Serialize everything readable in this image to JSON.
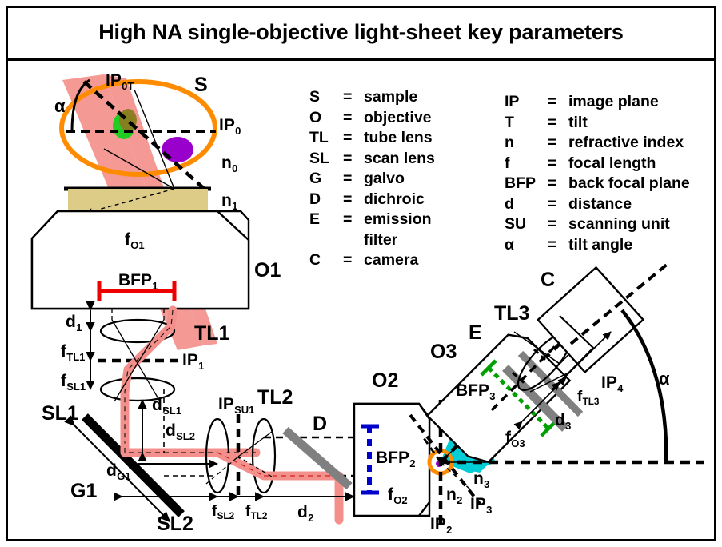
{
  "title": "High NA single-objective light-sheet key parameters",
  "colors": {
    "beam_lightsheet": "#f4908c",
    "sample_outline": "#ff8c00",
    "bfp1_bar": "#ee0000",
    "bfp2_bar": "#0000cc",
    "bfp3_bar": "#00a000",
    "detection_cone": "#00cdd5",
    "dichroic_gray": "#808080",
    "coverslip_tan": "#ddcc88",
    "blob_green": "#22cc22",
    "blob_purple": "#9900cc",
    "outline_black": "#000000",
    "background": "#ffffff"
  },
  "legend_left": [
    {
      "symbol": "S",
      "eq": "=",
      "text": "sample"
    },
    {
      "symbol": "O",
      "eq": "=",
      "text": "objective"
    },
    {
      "symbol": "TL",
      "eq": "=",
      "text": "tube lens"
    },
    {
      "symbol": "SL",
      "eq": "=",
      "text": "scan lens"
    },
    {
      "symbol": "G",
      "eq": "=",
      "text": "galvo"
    },
    {
      "symbol": "D",
      "eq": "=",
      "text": "dichroic"
    },
    {
      "symbol": "E",
      "eq": "=",
      "text": "emission"
    },
    {
      "symbol": "",
      "eq": "",
      "text": "filter",
      "continuation": true
    },
    {
      "symbol": "C",
      "eq": "=",
      "text": "camera"
    }
  ],
  "legend_right": [
    {
      "symbol": "IP",
      "eq": "=",
      "text": "image plane"
    },
    {
      "symbol": "T",
      "eq": "=",
      "text": "tilt"
    },
    {
      "symbol": "n",
      "eq": "=",
      "text": "refractive index"
    },
    {
      "symbol": "f",
      "eq": "=",
      "text": "focal length"
    },
    {
      "symbol": "BFP",
      "eq": "=",
      "text": "back focal plane"
    },
    {
      "symbol": "d",
      "eq": "=",
      "text": "distance"
    },
    {
      "symbol": "SU",
      "eq": "=",
      "text": "scanning unit"
    },
    {
      "symbol": "α",
      "eq": "=",
      "text": "tilt angle"
    }
  ],
  "diagram_labels": {
    "ip0t": {
      "base": "IP",
      "sub": "0T"
    },
    "sample": {
      "base": "S",
      "sub": ""
    },
    "ip0": {
      "base": "IP",
      "sub": "0"
    },
    "n0": {
      "base": "n",
      "sub": "0"
    },
    "n1": {
      "base": "n",
      "sub": "1"
    },
    "alpha_sample": {
      "base": "α",
      "sub": ""
    },
    "fo1": {
      "base": "f",
      "sub": "O1"
    },
    "o1": {
      "base": "O1",
      "sub": ""
    },
    "bfp1": {
      "base": "BFP",
      "sub": "1"
    },
    "d1": {
      "base": "d",
      "sub": "1"
    },
    "ftl1": {
      "base": "f",
      "sub": "TL1"
    },
    "fsl1": {
      "base": "f",
      "sub": "SL1"
    },
    "tl1": {
      "base": "TL1",
      "sub": ""
    },
    "ip1": {
      "base": "IP",
      "sub": "1"
    },
    "sl1": {
      "base": "SL1",
      "sub": ""
    },
    "dsl1": {
      "base": "d",
      "sub": "SL1"
    },
    "dsl2": {
      "base": "d",
      "sub": "SL2"
    },
    "dg1": {
      "base": "d",
      "sub": "G1"
    },
    "g1": {
      "base": "G1",
      "sub": ""
    },
    "sl2": {
      "base": "SL2",
      "sub": ""
    },
    "ipsu1": {
      "base": "IP",
      "sub": "SU1"
    },
    "tl2": {
      "base": "TL2",
      "sub": ""
    },
    "fsl2": {
      "base": "f",
      "sub": "SL2"
    },
    "ftl2": {
      "base": "f",
      "sub": "TL2"
    },
    "d2": {
      "base": "d",
      "sub": "2"
    },
    "dichroic": {
      "base": "D",
      "sub": ""
    },
    "o2": {
      "base": "O2",
      "sub": ""
    },
    "bfp2": {
      "base": "BFP",
      "sub": "2"
    },
    "fo2": {
      "base": "f",
      "sub": "O2"
    },
    "ip2": {
      "base": "IP",
      "sub": "2"
    },
    "n2": {
      "base": "n",
      "sub": "2"
    },
    "n3": {
      "base": "n",
      "sub": "3"
    },
    "ip3": {
      "base": "IP",
      "sub": "3"
    },
    "o3": {
      "base": "O3",
      "sub": ""
    },
    "bfp3": {
      "base": "BFP",
      "sub": "3"
    },
    "fo3": {
      "base": "f",
      "sub": "O3"
    },
    "emission": {
      "base": "E",
      "sub": ""
    },
    "tl3": {
      "base": "TL3",
      "sub": ""
    },
    "ftl3": {
      "base": "f",
      "sub": "TL3"
    },
    "d3": {
      "base": "d",
      "sub": "3"
    },
    "camera": {
      "base": "C",
      "sub": ""
    },
    "ip4": {
      "base": "IP",
      "sub": "4"
    },
    "alpha_camera": {
      "base": "α",
      "sub": ""
    }
  }
}
